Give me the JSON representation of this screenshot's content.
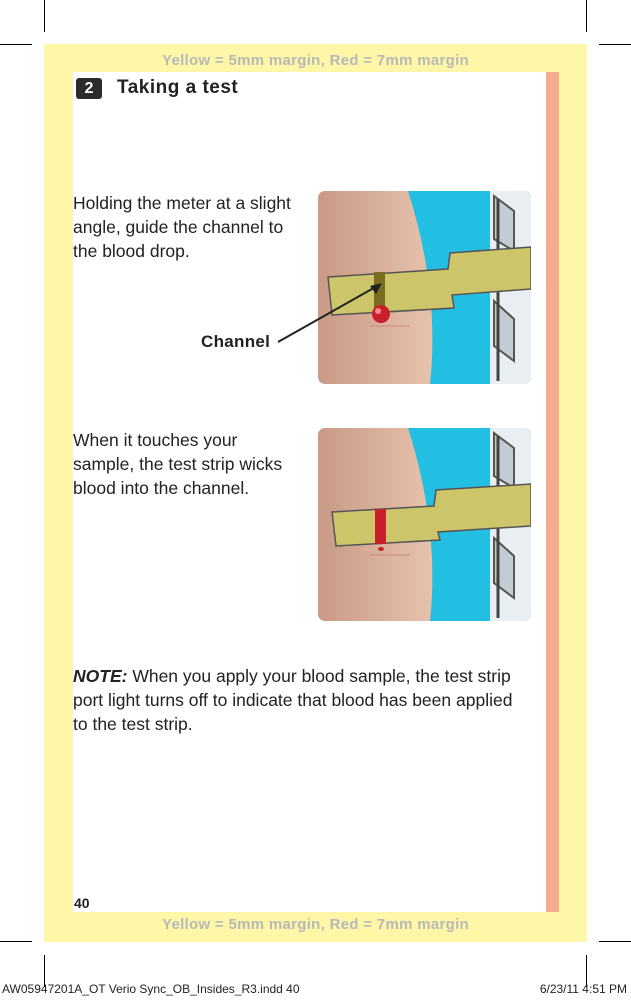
{
  "margin_note_top": "Yellow = 5mm margin, Red = 7mm margin",
  "margin_note_bottom": "Yellow = 5mm margin, Red = 7mm margin",
  "section": {
    "number": "2",
    "title": "Taking a test"
  },
  "step1": {
    "line1": "Holding the meter at a slight",
    "line2": "angle, guide the channel to",
    "line3": "the blood drop.",
    "callout": "Channel"
  },
  "step2": {
    "line1": "When it touches your",
    "line2": "sample, the test strip wicks",
    "line3": "blood into the channel."
  },
  "note": {
    "label": "NOTE:",
    "line1": " When you apply your blood sample, the test strip",
    "line2": "port light turns off to indicate that blood has been applied",
    "line3": "to the test strip."
  },
  "page_number": "40",
  "slug": {
    "file": "AW05947201A_OT Verio Sync_OB_Insides_R3.indd   40",
    "datetime": "6/23/11   4:51 PM"
  },
  "colors": {
    "yellow_margin": "#fff7a8",
    "red_margin": "#f7ab8e",
    "strip": "#ccc56a",
    "blood": "#c8202a",
    "meter_blue": "#22bfe2"
  }
}
